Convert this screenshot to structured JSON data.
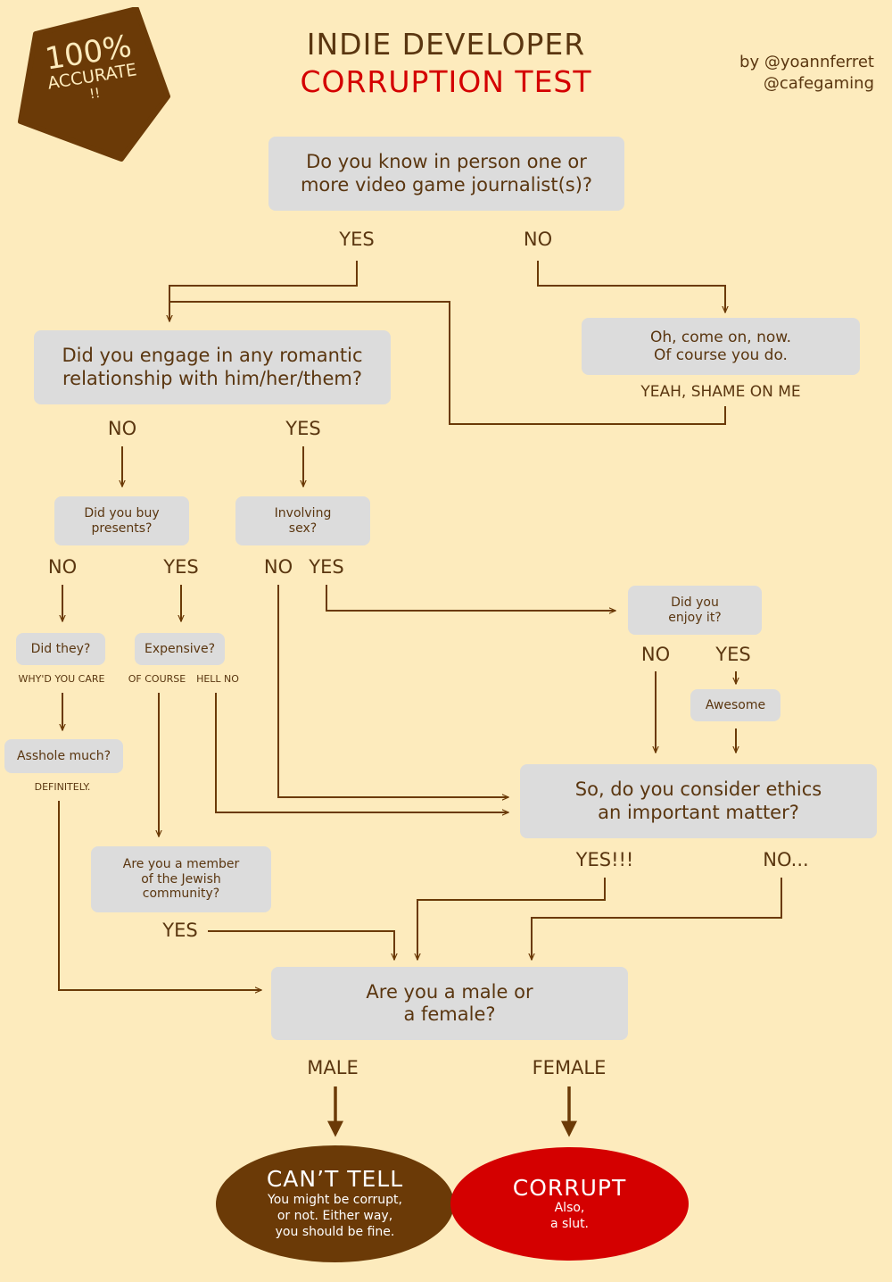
{
  "badge": {
    "line1": "100%",
    "line2": "ACCURATE",
    "line3": "!!"
  },
  "title": {
    "line1": "INDIE DEVELOPER",
    "line2": "CORRUPTION TEST"
  },
  "credits": {
    "line1": "by @yoannferret",
    "line2": "@cafegaming"
  },
  "colors": {
    "background": "#fdebbd",
    "text": "#5a3610",
    "accent": "#d40000",
    "box": "#dcdcdc",
    "cant_tell": "#6b3a07",
    "corrupt": "#d40000"
  },
  "nodes": {
    "q_journalist": "Do you know in person one or\nmore video game journalist(s)?",
    "q_romantic": "Did you engage in any romantic\nrelationship with him/her/them?",
    "q_come_on": "Oh, come on, now.\nOf course you do.",
    "q_presents": "Did you buy\npresents?",
    "q_sex": "Involving\nsex?",
    "q_enjoy": "Did you\nenjoy it?",
    "q_did_they": "Did they?",
    "q_expensive": "Expensive?",
    "q_awesome": "Awesome",
    "q_asshole": "Asshole much?",
    "q_ethics": "So, do you consider ethics\nan important matter?",
    "q_jewish": "Are you a member\nof the Jewish\ncommunity?",
    "q_gender": "Are you a male or\na female?"
  },
  "answers": {
    "journalist_yes": "YES",
    "journalist_no": "NO",
    "shame": "YEAH, SHAME ON ME",
    "romantic_no": "NO",
    "romantic_yes": "YES",
    "presents_no": "NO",
    "presents_yes": "YES",
    "sex_no": "NO",
    "sex_yes": "YES",
    "enjoy_no": "NO",
    "enjoy_yes": "YES",
    "whyd_you_care": "WHY'D YOU CARE",
    "of_course": "OF COURSE",
    "hell_no": "HELL NO",
    "definitely": "DEFINITELY.",
    "ethics_yes": "YES!!!",
    "ethics_no": "NO...",
    "jewish_yes": "YES",
    "male": "MALE",
    "female": "FEMALE"
  },
  "results": {
    "cant_tell_title": "CAN’T TELL",
    "cant_tell_text": "You might be corrupt,\nor not. Either way,\nyou should be fine.",
    "corrupt_title": "CORRUPT",
    "corrupt_text": "Also,\na slut."
  }
}
